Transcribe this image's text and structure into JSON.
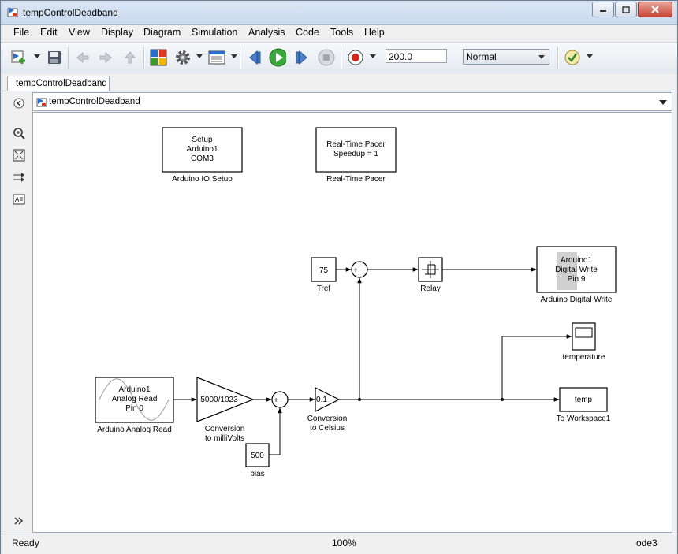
{
  "window": {
    "title": "tempControlDeadband"
  },
  "menu": {
    "items": [
      "File",
      "Edit",
      "View",
      "Display",
      "Diagram",
      "Simulation",
      "Analysis",
      "Code",
      "Tools",
      "Help"
    ]
  },
  "toolbar": {
    "stop_time": "200.0",
    "sim_mode": "Normal",
    "icons": [
      "new-model",
      "save",
      "back",
      "forward",
      "up",
      "library-browser",
      "model-config",
      "gear",
      "dropdown",
      "model-explorer",
      "step-back",
      "run",
      "step-forward",
      "stop",
      "record",
      "model-advisor"
    ]
  },
  "tab": {
    "label": "tempControlDeadband"
  },
  "breadcrumb": {
    "text": "tempControlDeadband"
  },
  "blocks": {
    "arduino_setup": {
      "line1": "Setup",
      "line2": "Arduino1",
      "line3": "COM3",
      "caption": "Arduino IO Setup"
    },
    "pacer": {
      "line1": "Real-Time Pacer",
      "line2": "Speedup = 1",
      "caption": "Real-Time Pacer"
    },
    "tref": {
      "value": "75",
      "caption": "Tref"
    },
    "sum1": {
      "signs": "+−"
    },
    "relay": {
      "caption": "Relay"
    },
    "digital_write": {
      "line1": "Arduino1",
      "line2": "Digital Write",
      "line3": "Pin 9",
      "caption": "Arduino Digital Write"
    },
    "scope": {
      "caption": "temperature"
    },
    "workspace": {
      "value": "temp",
      "caption": "To Workspace1"
    },
    "analog_read": {
      "line1": "Arduino1",
      "line2": "Analog Read",
      "line3": "Pin 0",
      "caption": "Arduino Analog Read"
    },
    "gain1": {
      "value": "5000/1023",
      "caption1": "Conversion",
      "caption2": "to milliVolts"
    },
    "sum2": {
      "signs": "+−"
    },
    "gain2": {
      "value": "0.1",
      "caption1": "Conversion",
      "caption2": "to Celsius"
    },
    "bias": {
      "value": "500",
      "caption": "bias"
    }
  },
  "status": {
    "left": "Ready",
    "zoom": "100%",
    "solver": "ode3"
  }
}
